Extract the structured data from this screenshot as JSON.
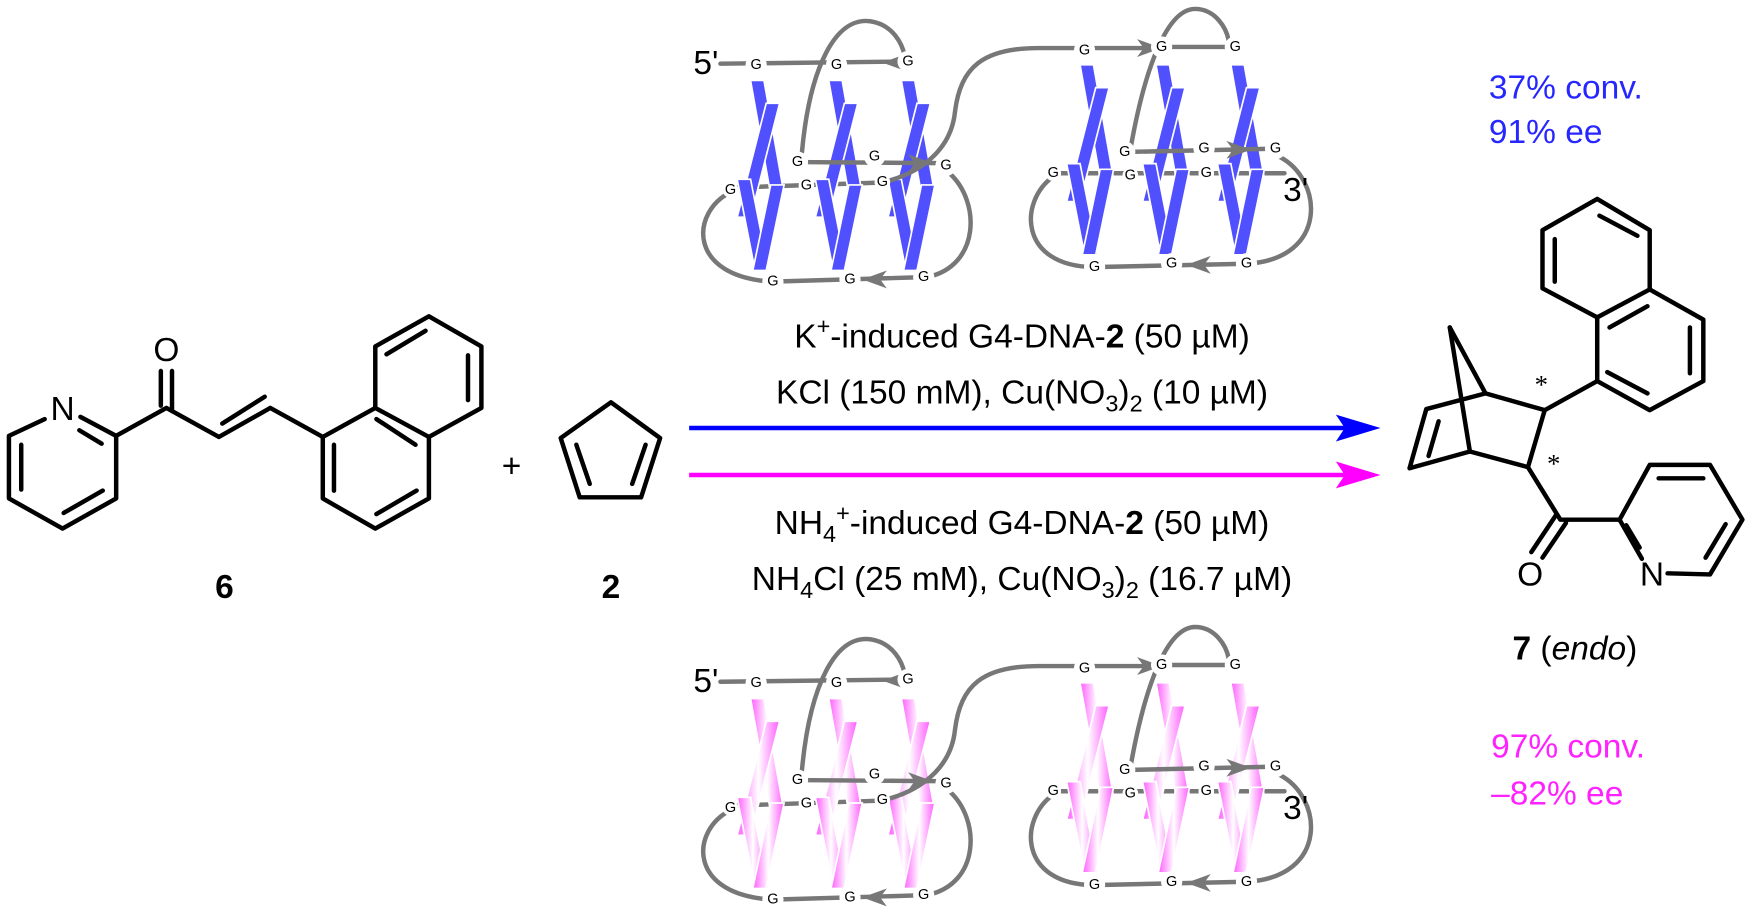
{
  "colors": {
    "k_arrow": "#0000ff",
    "nh4_arrow": "#ff00ff",
    "k_text": "#2626ff",
    "nh4_text": "#ff22ff",
    "k_tetrad": "#5050ff",
    "nh4_tetrad": "#ff5cff",
    "strand": "#777777"
  },
  "reactant_6": {
    "label": "6",
    "atom_N": "N",
    "atom_O": "O"
  },
  "plus": "+",
  "reagent_2": {
    "label": "2"
  },
  "g4": {
    "base": "G",
    "five_prime": "5'",
    "three_prime": "3'"
  },
  "conditions": {
    "k": {
      "line1": [
        {
          "t": "K"
        },
        {
          "t": "+",
          "sup": true
        },
        {
          "t": "-induced G4-DNA-"
        },
        {
          "t": "2",
          "bold": true
        },
        {
          "t": " (50 µM)"
        }
      ],
      "line2": [
        {
          "t": "KCl (150 mM), Cu(NO"
        },
        {
          "t": "3",
          "sub": true
        },
        {
          "t": ")"
        },
        {
          "t": "2",
          "sub": true
        },
        {
          "t": " (10 µM)"
        }
      ]
    },
    "nh4": {
      "line1": [
        {
          "t": "NH"
        },
        {
          "t": "4",
          "sub": true
        },
        {
          "t": "+",
          "sup": true
        },
        {
          "t": "-induced G4-DNA-"
        },
        {
          "t": "2",
          "bold": true
        },
        {
          "t": " (50 µM)"
        }
      ],
      "line2": [
        {
          "t": "NH"
        },
        {
          "t": "4",
          "sub": true
        },
        {
          "t": "Cl (25 mM), Cu(NO"
        },
        {
          "t": "3",
          "sub": true
        },
        {
          "t": ")"
        },
        {
          "t": "2",
          "sub": true
        },
        {
          "t": " (16.7 µM)"
        }
      ]
    }
  },
  "product_7": {
    "label_num": "7",
    "label_open": " (",
    "label_italic": "endo",
    "label_close": ")",
    "atom_O": "O",
    "atom_N": "N",
    "stereo": "*"
  },
  "results": {
    "k": {
      "conv": "37% conv.",
      "ee": "91% ee"
    },
    "nh4": {
      "conv": "97% conv.",
      "ee": "–82% ee"
    }
  }
}
